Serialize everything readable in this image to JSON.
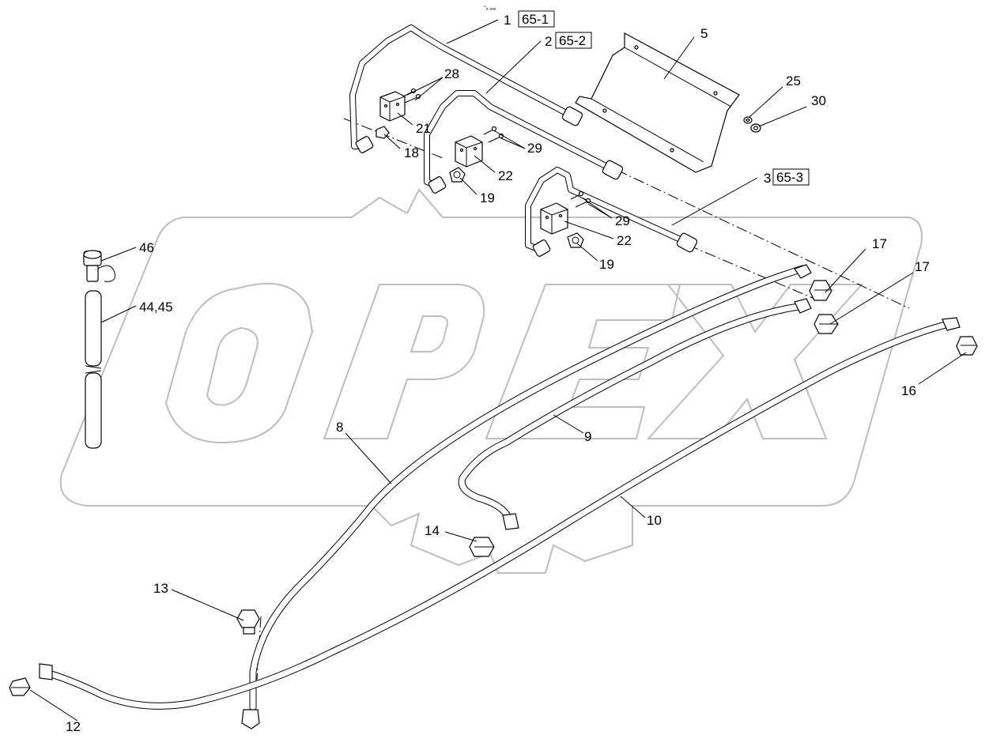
{
  "watermark": {
    "text": "OPEX",
    "color": "#bdbdbd",
    "kind": "logo watermark"
  },
  "header_marker": "°ₐ ₐₐₐ",
  "references": [
    {
      "id": "ref-1",
      "number": "1",
      "box": "65-1"
    },
    {
      "id": "ref-2",
      "number": "2",
      "box": "65-2"
    },
    {
      "id": "ref-3",
      "number": "3",
      "box": "65-3"
    }
  ],
  "callouts": {
    "c5": "5",
    "c25": "25",
    "c30": "30",
    "c28": "28",
    "c21": "21",
    "c18": "18",
    "c29a": "29",
    "c22a": "22",
    "c19a": "19",
    "c29b": "29",
    "c22b": "22",
    "c19b": "19",
    "c46": "46",
    "c4445": "44,45",
    "c17a": "17",
    "c17b": "17",
    "c16": "16",
    "c8": "8",
    "c9": "9",
    "c10": "10",
    "c14": "14",
    "c13": "13",
    "c12": "12"
  },
  "colors": {
    "line": "#000000",
    "background": "#ffffff",
    "watermark": "#bdbdbd"
  }
}
